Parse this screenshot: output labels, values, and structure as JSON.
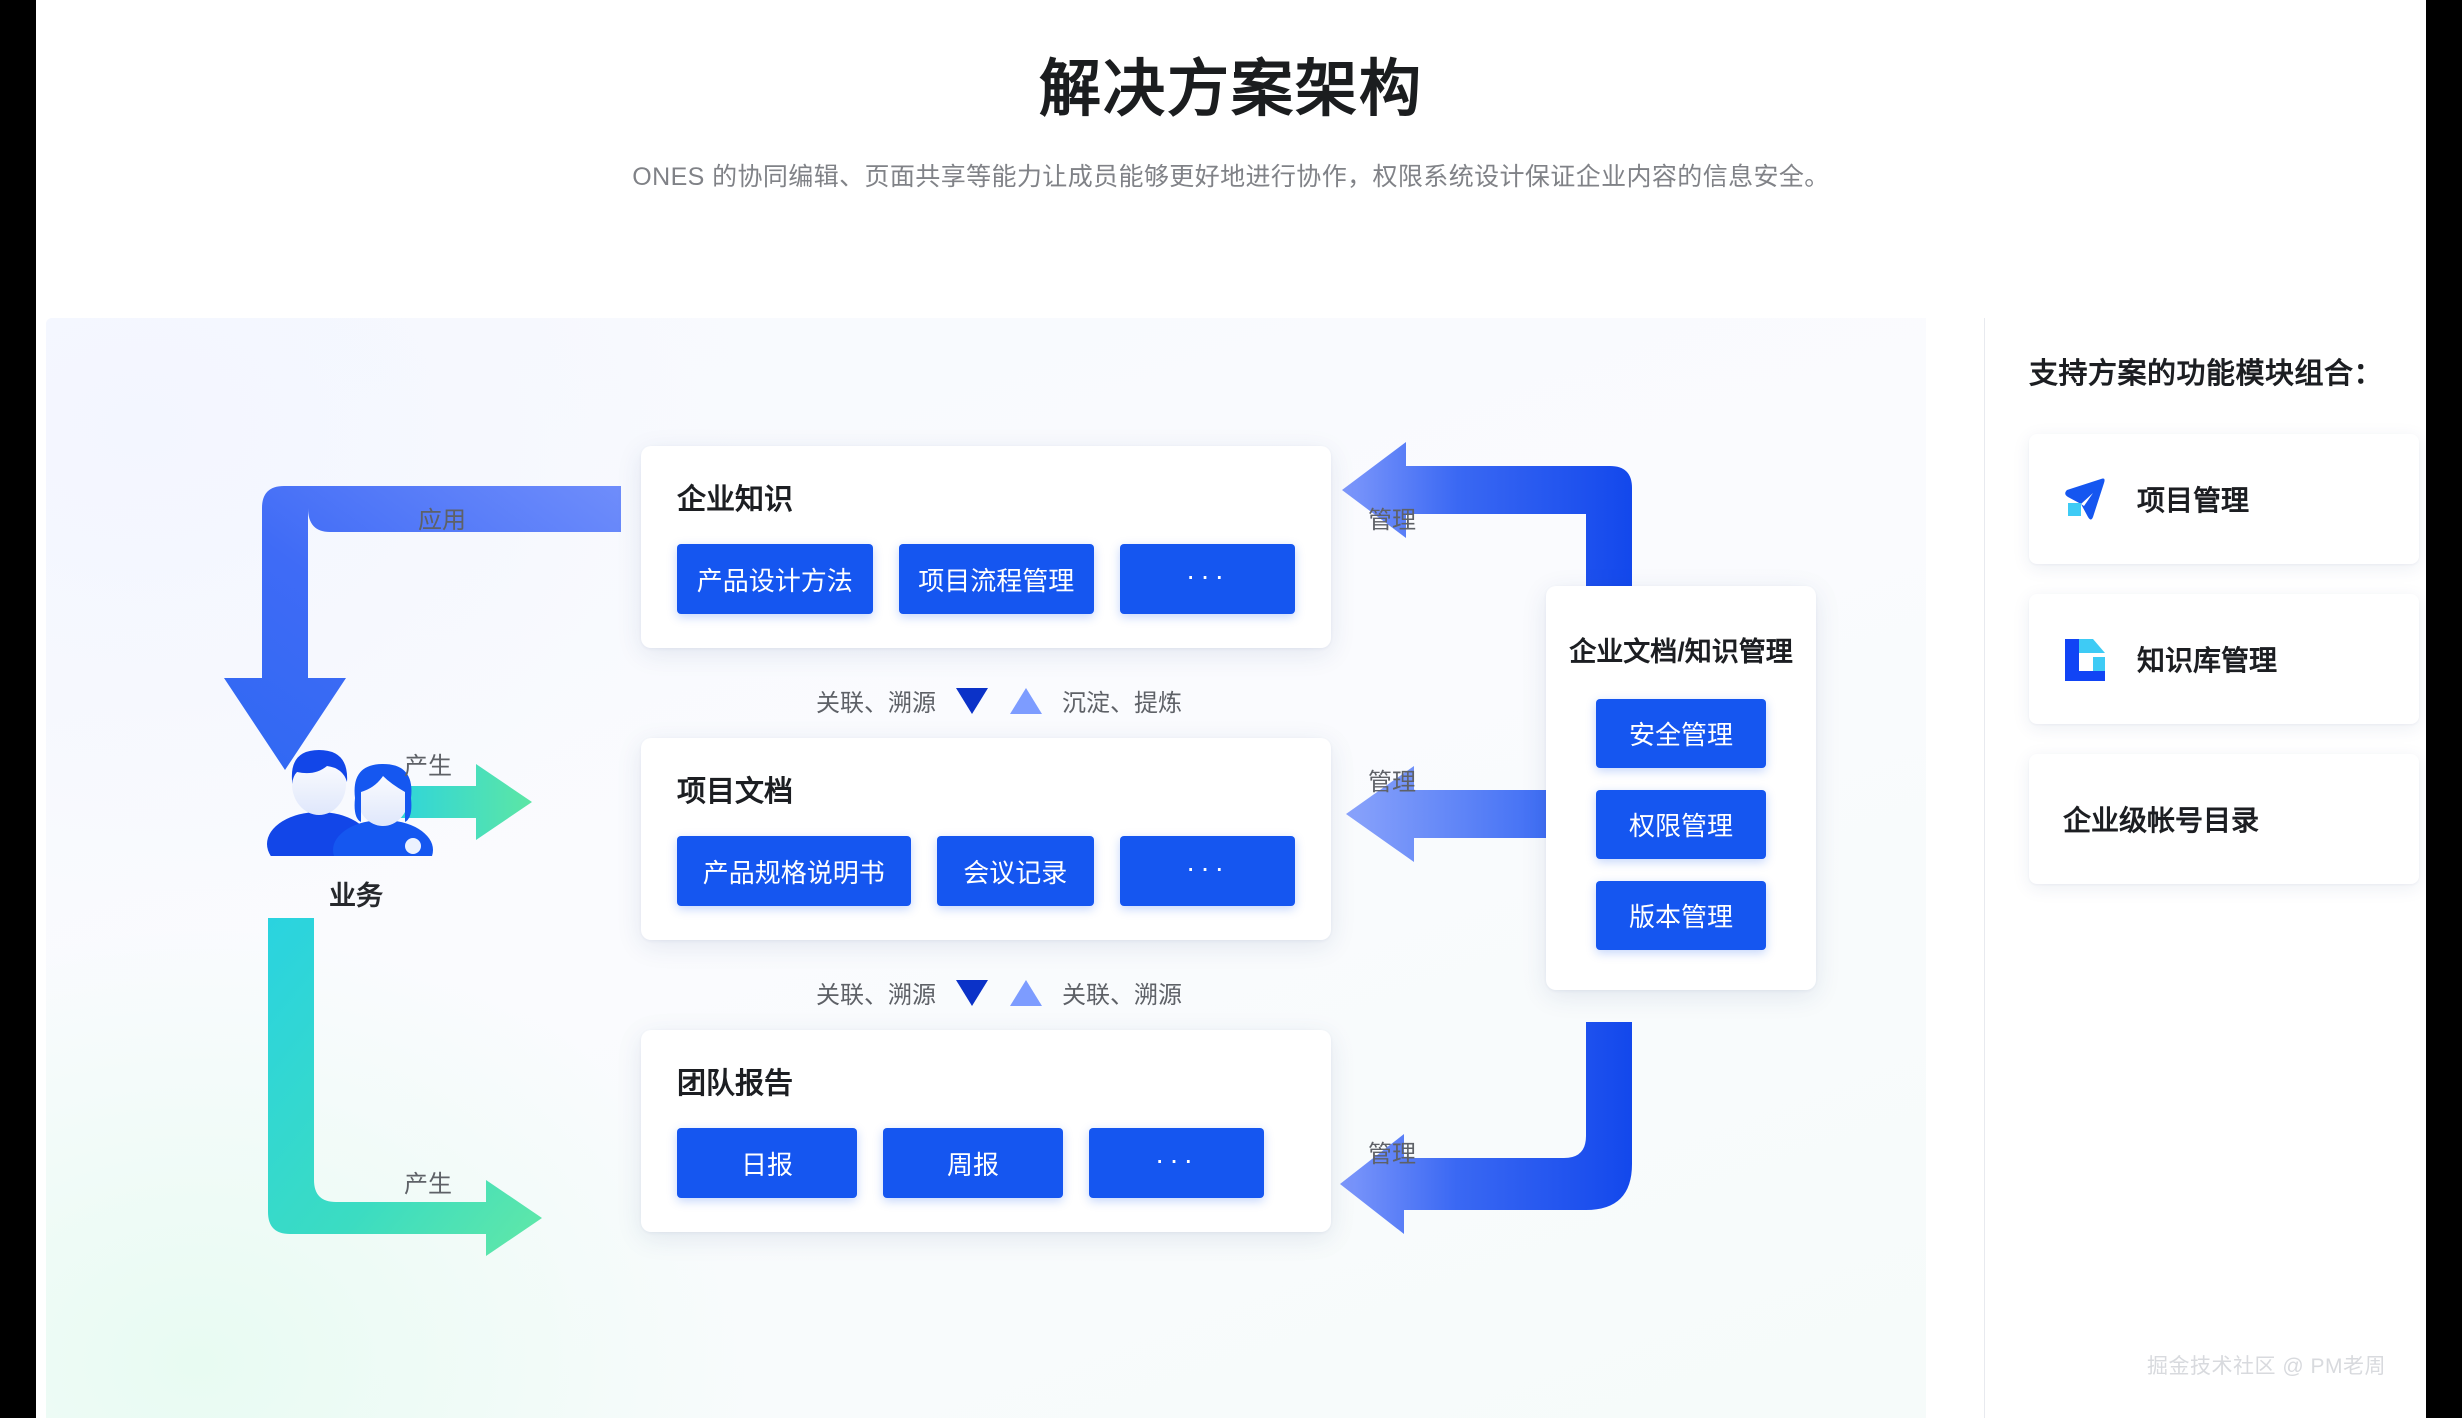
{
  "header": {
    "title": "解决方案架构",
    "subtitle": "ONES 的协同编辑、页面共享等能力让成员能够更好地进行协作，权限系统设计保证企业内容的信息安全。"
  },
  "diagram": {
    "actor": {
      "label": "业务",
      "icon": "people-icon"
    },
    "flow_labels": {
      "apply": "应用",
      "produce_top": "产生",
      "produce_bottom": "产生",
      "manage_top": "管理",
      "manage_middle": "管理",
      "manage_bottom": "管理"
    },
    "cards": [
      {
        "id": "knowledge",
        "title": "企业知识",
        "tags": [
          "产品设计方法",
          "项目流程管理",
          "···"
        ]
      },
      {
        "id": "docs",
        "title": "项目文档",
        "tags": [
          "产品规格说明书",
          "会议记录",
          "···"
        ]
      },
      {
        "id": "reports",
        "title": "团队报告",
        "tags": [
          "日报",
          "周报",
          "···"
        ]
      }
    ],
    "connectors": [
      {
        "left_label": "关联、溯源",
        "right_label": "沉淀、提炼",
        "down_color": "#0b32c8",
        "up_color": "#7d9cff"
      },
      {
        "left_label": "关联、溯源",
        "right_label": "关联、溯源",
        "down_color": "#0b32c8",
        "up_color": "#7d9cff"
      }
    ],
    "governance_panel": {
      "title": "企业文档/知识管理",
      "tags": [
        "安全管理",
        "权限管理",
        "版本管理"
      ]
    }
  },
  "sidebar": {
    "title": "支持方案的功能模块组合：",
    "modules": [
      {
        "label": "项目管理",
        "icon": "project-cursor-icon"
      },
      {
        "label": "知识库管理",
        "icon": "document-corner-icon"
      },
      {
        "label": "企业级帐号目录",
        "icon": "none"
      }
    ]
  },
  "watermark": "掘金技术社区 @ PM老周",
  "colors": {
    "accent_blue": "#1556f0",
    "deep_blue": "#0b32c8",
    "light_blue": "#7d9cff",
    "teal": "#2ad3e0",
    "green": "#5ce6a5"
  }
}
